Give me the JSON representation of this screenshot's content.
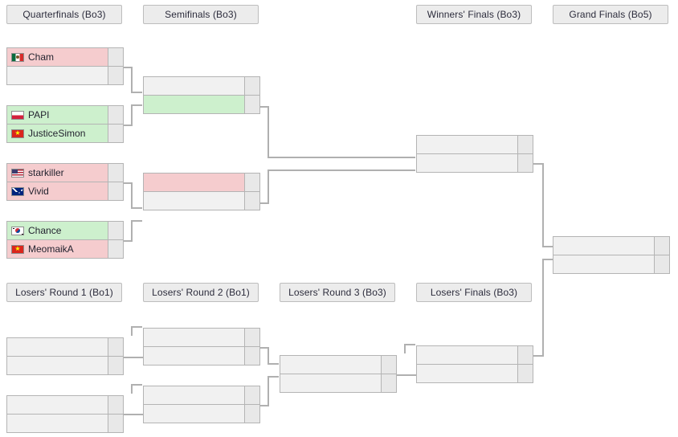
{
  "theme": {
    "win_color": "#cdf0cd",
    "loss_color": "#f5ccce",
    "neutral_color": "#f1f1f1",
    "header_color": "#ececec",
    "border_color": "#b4b4b4",
    "line_color": "#b0b0b0",
    "background": "#ffffff"
  },
  "headers": {
    "quarterfinals": "Quarterfinals (Bo3)",
    "semifinals": "Semifinals (Bo3)",
    "winners_finals": "Winners' Finals (Bo3)",
    "grand_finals": "Grand Finals (Bo5)",
    "losers_round_1": "Losers' Round 1 (Bo1)",
    "losers_round_2": "Losers' Round 2 (Bo1)",
    "losers_round_3": "Losers' Round 3 (Bo3)",
    "losers_finals": "Losers' Finals (Bo3)"
  },
  "winners_bracket": {
    "quarterfinals": [
      {
        "match_id": "wb-qf-1",
        "opponents": [
          {
            "name": "Cham",
            "flag": "mx",
            "flag_name": "flag-mexico",
            "score": "",
            "result": "loss"
          },
          {
            "name": "",
            "flag": "",
            "flag_name": "",
            "score": "",
            "result": "neutral"
          }
        ]
      },
      {
        "match_id": "wb-qf-2",
        "opponents": [
          {
            "name": "PAPI",
            "flag": "pl",
            "flag_name": "flag-poland",
            "score": "",
            "result": "win"
          },
          {
            "name": "JusticeSimon",
            "flag": "vn",
            "flag_name": "flag-vietnam",
            "score": "",
            "result": "win"
          }
        ]
      },
      {
        "match_id": "wb-qf-3",
        "opponents": [
          {
            "name": "starkiller",
            "flag": "us",
            "flag_name": "flag-usa",
            "score": "",
            "result": "loss"
          },
          {
            "name": "Vivid",
            "flag": "au",
            "flag_name": "flag-australia",
            "score": "",
            "result": "loss"
          }
        ]
      },
      {
        "match_id": "wb-qf-4",
        "opponents": [
          {
            "name": "Chance",
            "flag": "kr",
            "flag_name": "flag-south-korea",
            "score": "",
            "result": "win"
          },
          {
            "name": "MeomaikA",
            "flag": "vn",
            "flag_name": "flag-vietnam",
            "score": "",
            "result": "loss"
          }
        ]
      }
    ],
    "semifinals": [
      {
        "match_id": "wb-sf-1",
        "opponents": [
          {
            "name": "",
            "flag": "",
            "flag_name": "",
            "score": "",
            "result": "neutral"
          },
          {
            "name": "",
            "flag": "",
            "flag_name": "",
            "score": "",
            "result": "win"
          }
        ]
      },
      {
        "match_id": "wb-sf-2",
        "opponents": [
          {
            "name": "",
            "flag": "",
            "flag_name": "",
            "score": "",
            "result": "loss"
          },
          {
            "name": "",
            "flag": "",
            "flag_name": "",
            "score": "",
            "result": "neutral"
          }
        ]
      }
    ],
    "winners_finals": [
      {
        "match_id": "wb-wf-1",
        "opponents": [
          {
            "name": "",
            "flag": "",
            "flag_name": "",
            "score": "",
            "result": "neutral"
          },
          {
            "name": "",
            "flag": "",
            "flag_name": "",
            "score": "",
            "result": "neutral"
          }
        ]
      }
    ],
    "grand_finals": [
      {
        "match_id": "gf-1",
        "opponents": [
          {
            "name": "",
            "flag": "",
            "flag_name": "",
            "score": "",
            "result": "neutral"
          },
          {
            "name": "",
            "flag": "",
            "flag_name": "",
            "score": "",
            "result": "neutral"
          }
        ]
      }
    ]
  },
  "losers_bracket": {
    "round_1": [
      {
        "match_id": "lb-r1-1",
        "opponents": [
          {
            "name": "",
            "flag": "",
            "flag_name": "",
            "score": "",
            "result": "neutral"
          },
          {
            "name": "",
            "flag": "",
            "flag_name": "",
            "score": "",
            "result": "neutral"
          }
        ]
      },
      {
        "match_id": "lb-r1-2",
        "opponents": [
          {
            "name": "",
            "flag": "",
            "flag_name": "",
            "score": "",
            "result": "neutral"
          },
          {
            "name": "",
            "flag": "",
            "flag_name": "",
            "score": "",
            "result": "neutral"
          }
        ]
      }
    ],
    "round_2": [
      {
        "match_id": "lb-r2-1",
        "opponents": [
          {
            "name": "",
            "flag": "",
            "flag_name": "",
            "score": "",
            "result": "neutral"
          },
          {
            "name": "",
            "flag": "",
            "flag_name": "",
            "score": "",
            "result": "neutral"
          }
        ]
      },
      {
        "match_id": "lb-r2-2",
        "opponents": [
          {
            "name": "",
            "flag": "",
            "flag_name": "",
            "score": "",
            "result": "neutral"
          },
          {
            "name": "",
            "flag": "",
            "flag_name": "",
            "score": "",
            "result": "neutral"
          }
        ]
      }
    ],
    "round_3": [
      {
        "match_id": "lb-r3-1",
        "opponents": [
          {
            "name": "",
            "flag": "",
            "flag_name": "",
            "score": "",
            "result": "neutral"
          },
          {
            "name": "",
            "flag": "",
            "flag_name": "",
            "score": "",
            "result": "neutral"
          }
        ]
      }
    ],
    "losers_finals": [
      {
        "match_id": "lb-f-1",
        "opponents": [
          {
            "name": "",
            "flag": "",
            "flag_name": "",
            "score": "",
            "result": "neutral"
          },
          {
            "name": "",
            "flag": "",
            "flag_name": "",
            "score": "",
            "result": "neutral"
          }
        ]
      }
    ]
  }
}
